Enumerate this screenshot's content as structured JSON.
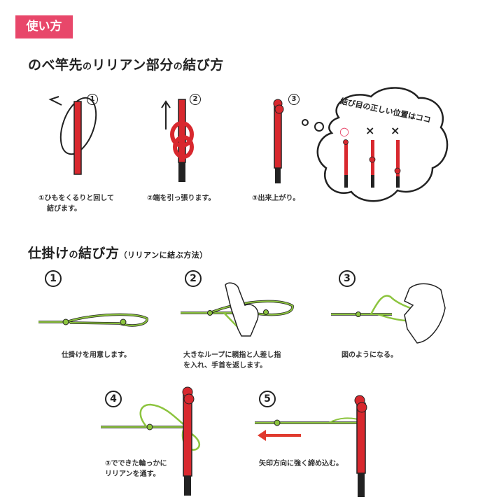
{
  "badge": "使い方",
  "section1": {
    "title_main": "のべ竿先",
    "title_no": "の",
    "title_rest": "リリアン部分",
    "title_no2": "の",
    "title_end": "結び方",
    "steps": [
      {
        "num": "1",
        "caption_l1": "①ひもをくるりと回して",
        "caption_l2": "結びます。"
      },
      {
        "num": "2",
        "caption_l1": "②端を引っ張ります。",
        "caption_l2": ""
      },
      {
        "num": "3",
        "caption_l1": "③出来上がり。",
        "caption_l2": ""
      }
    ],
    "bubble_text": "結び目の正しい位置はココ",
    "marks": [
      "○",
      "×",
      "×"
    ]
  },
  "section2": {
    "title_main": "仕掛け",
    "title_no": "の",
    "title_end": "結び方",
    "title_sub": "（リリアンに結ぶ方法）",
    "steps": [
      {
        "num": "1",
        "caption_l1": "仕掛けを用意します。",
        "caption_l2": ""
      },
      {
        "num": "2",
        "caption_l1": "大きなループに親指と人差し指",
        "caption_l2": "を入れ、手首を返します。"
      },
      {
        "num": "3",
        "caption_l1": "図のようになる。",
        "caption_l2": ""
      },
      {
        "num": "4",
        "caption_l1": "③でできた輪っかに",
        "caption_l2": "リリアンを通す。"
      },
      {
        "num": "5",
        "caption_l1": "矢印方向に強く締め込む。",
        "caption_l2": ""
      }
    ]
  },
  "colors": {
    "badge": "#e8476a",
    "cord_red": "#d8282e",
    "line_green": "#8cc43e",
    "arrow_red": "#e03a2e"
  }
}
